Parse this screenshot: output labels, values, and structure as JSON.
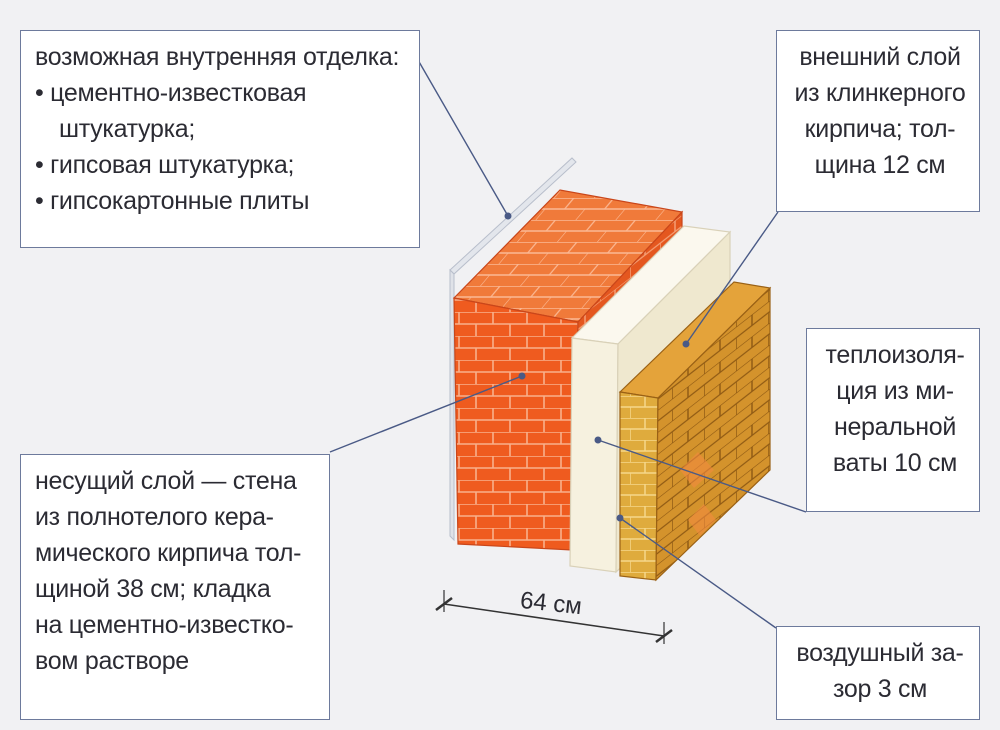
{
  "finish_box": {
    "title": "возможная внутренняя отделка:",
    "items": [
      "цементно-известковая",
      "штукатурка;",
      "гипсовая штукатурка;",
      "гипсокартонные плиты"
    ]
  },
  "outer_box": {
    "lines": [
      "внешний слой",
      "из клинкерного",
      "кирпича; тол-",
      "щина 12 см"
    ]
  },
  "insulation_box": {
    "lines": [
      "теплоизоля-",
      "ция из ми-",
      "неральной",
      "ваты 10 см"
    ]
  },
  "bearing_box": {
    "lines": [
      "несущий слой — стена",
      "из полнотелого кера-",
      "мического кирпича тол-",
      "щиной 38 см; кладка",
      "на цементно-известко-",
      "вом растворе"
    ]
  },
  "air_box": {
    "lines": [
      "воздушный за-",
      "зор 3 см"
    ]
  },
  "dimension": {
    "label": "64 см"
  },
  "colors": {
    "brick_red": "#ee5a1f",
    "brick_red_top": "#f08a55",
    "insulation": "#f7f3e4",
    "clinker": "#d9a43a",
    "leader": "#4a5a86",
    "box_border": "#6d7a9c"
  }
}
